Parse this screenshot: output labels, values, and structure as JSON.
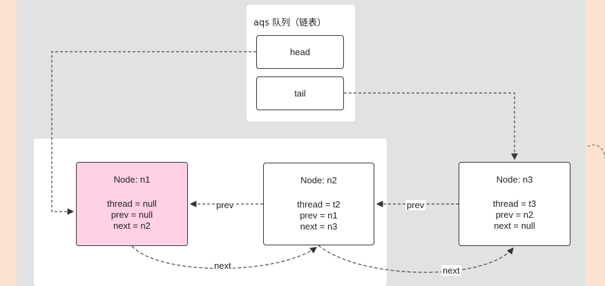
{
  "queue": {
    "title": "aqs 队列（链表）",
    "head_label": "head",
    "tail_label": "tail"
  },
  "nodes": [
    {
      "name": "Node: n1",
      "thread": "thread = null",
      "prev": "prev = null",
      "next": "next = n2",
      "color": "#ffd0e6"
    },
    {
      "name": "Node: n2",
      "thread": "thread = t2",
      "prev": "prev = n1",
      "next": "next = n3",
      "color": "#ffffff"
    },
    {
      "name": "Node: n3",
      "thread": "thread = t3",
      "prev": "prev = n2",
      "next": "next = null",
      "color": "#ffffff"
    }
  ],
  "edges": {
    "prev_label_1": "prev",
    "prev_label_2": "prev",
    "next_label_1": "next",
    "next_label_2": "next"
  },
  "colors": {
    "background": "#fde3cf",
    "canvas": "#e2e2e2",
    "highlight_node": "#ffd0e6"
  }
}
